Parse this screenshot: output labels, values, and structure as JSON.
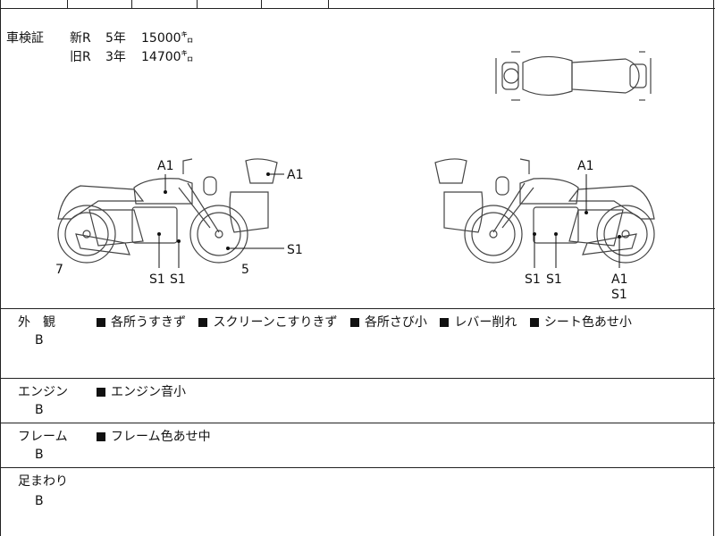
{
  "inspection": {
    "label": "車検証",
    "new": {
      "plate": "新R",
      "years": "5年",
      "km": "15000㌔"
    },
    "old": {
      "plate": "旧R",
      "years": "3年",
      "km": "14700㌔"
    }
  },
  "diagram_marks": {
    "left_top": "A1",
    "left_case": "A1",
    "left_s1_right": "S1",
    "left_s1_a": "S1",
    "left_s1_b": "S1",
    "left_num_7": "7",
    "left_num_5": "5",
    "right_a1_top": "A1",
    "right_s1_a": "S1",
    "right_s1_b": "S1",
    "right_a1_bottom": "A1",
    "right_s1_bottom": "S1"
  },
  "sections": [
    {
      "label": "外　観",
      "grade": "B",
      "items": [
        "各所うすきず",
        "スクリーンこすりきず",
        "各所さび小",
        "レバー削れ",
        "シート色あせ小"
      ]
    },
    {
      "label": "エンジン",
      "grade": "B",
      "items": [
        "エンジン音小"
      ]
    },
    {
      "label": "フレーム",
      "grade": "B",
      "items": [
        "フレーム色あせ中"
      ]
    },
    {
      "label": "足まわり",
      "grade": "B",
      "items": []
    }
  ]
}
